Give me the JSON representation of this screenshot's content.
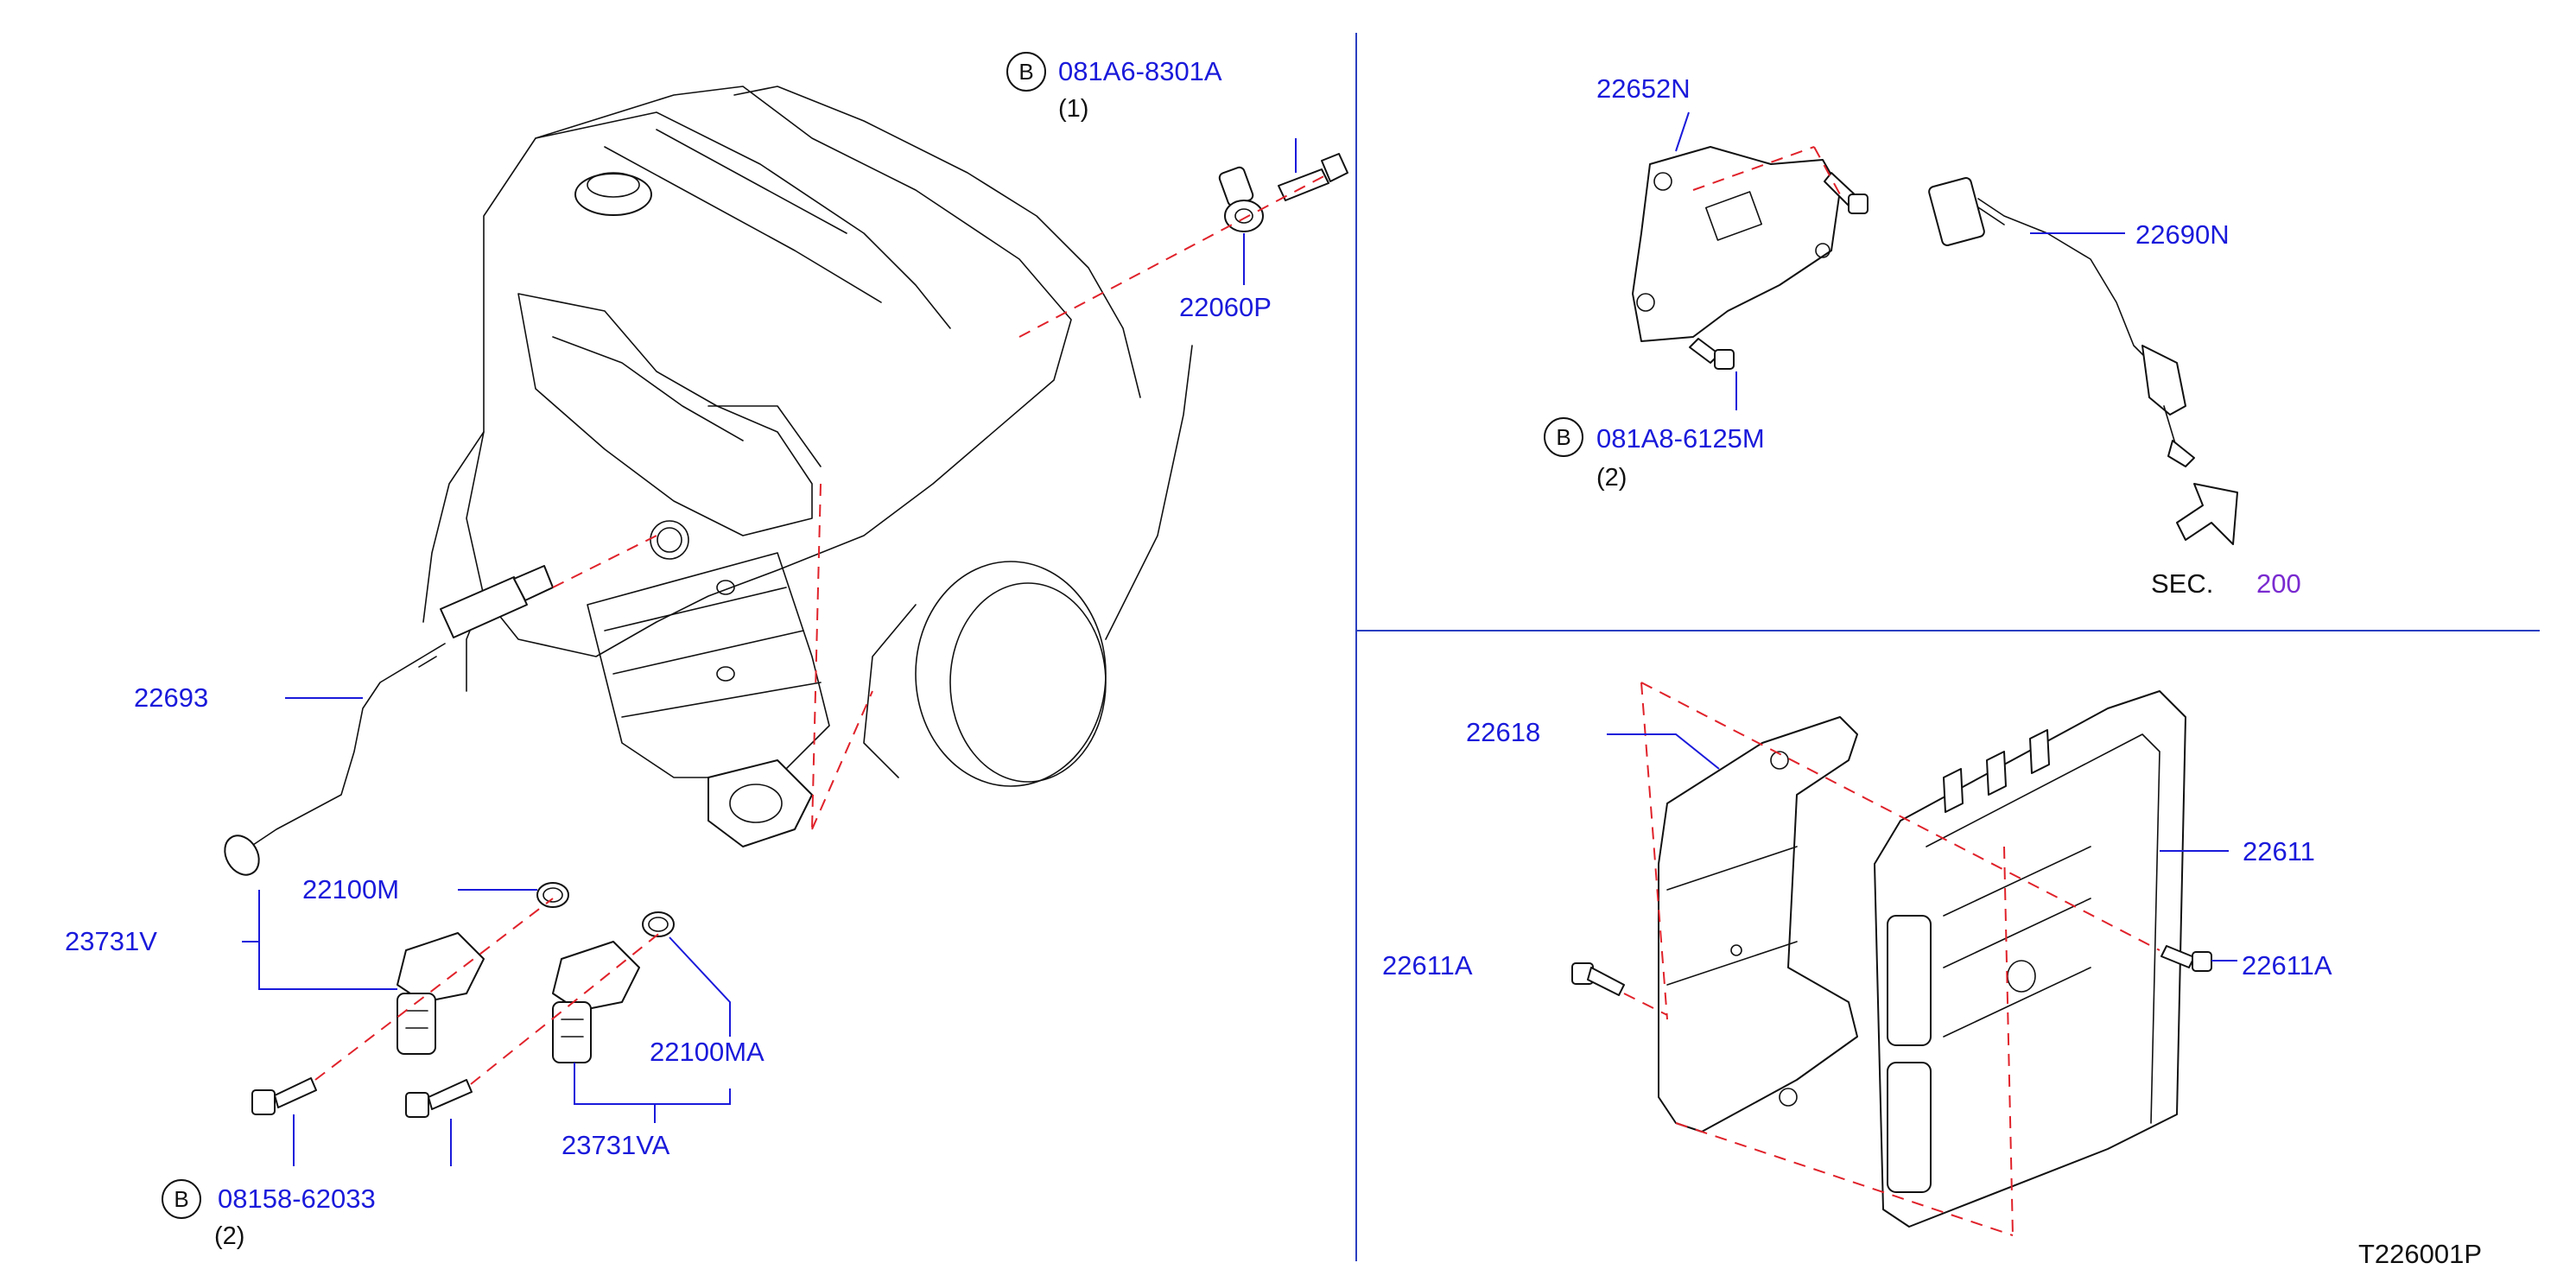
{
  "diagram_id": "T226001P",
  "section_ref": {
    "prefix": "SEC.",
    "number": "200"
  },
  "bolt_marker": "B",
  "parts": {
    "p081A6_8301A": {
      "number": "081A6-8301A",
      "qty": "(1)"
    },
    "p22060P": {
      "number": "22060P"
    },
    "p22693": {
      "number": "22693"
    },
    "p22100M": {
      "number": "22100M"
    },
    "p23731V": {
      "number": "23731V"
    },
    "p22100MA": {
      "number": "22100MA"
    },
    "p23731VA": {
      "number": "23731VA"
    },
    "p08158_62033": {
      "number": "08158-62033",
      "qty": "(2)"
    },
    "p22652N": {
      "number": "22652N"
    },
    "p081A8_6125M": {
      "number": "081A8-6125M",
      "qty": "(2)"
    },
    "p22690N": {
      "number": "22690N"
    },
    "p22618": {
      "number": "22618"
    },
    "p22611": {
      "number": "22611"
    },
    "p22611A_left": {
      "number": "22611A"
    },
    "p22611A_right": {
      "number": "22611A"
    }
  }
}
